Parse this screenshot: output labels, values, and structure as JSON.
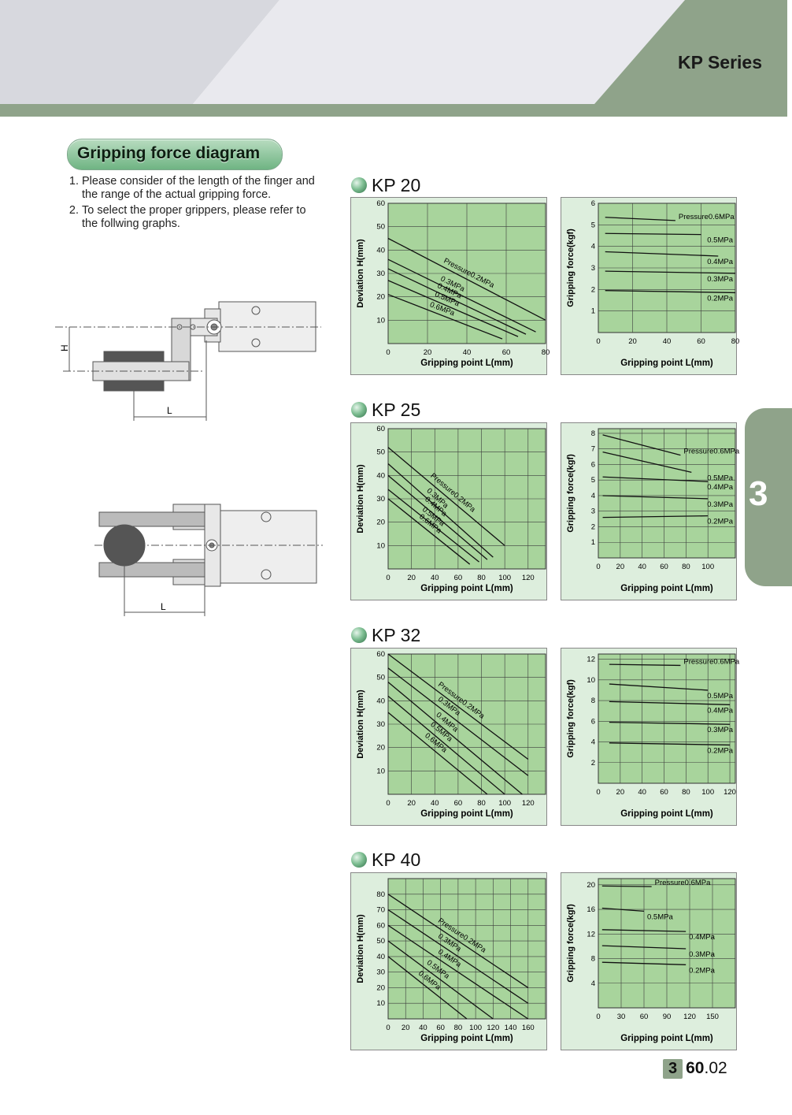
{
  "header": {
    "series_title": "KP Series"
  },
  "section": {
    "title": "Gripping force diagram",
    "notes": [
      "Please consider of the length of the finger and the range of the actual gripping force.",
      "To select the proper grippers, please refer to the follwing graphs."
    ]
  },
  "diagram": {
    "label_h": "H",
    "label_l1": "L",
    "label_l2": "L"
  },
  "side_tab": {
    "chapter": "3"
  },
  "page_number": {
    "chapter": "3",
    "major": "60",
    "minor": ".02"
  },
  "colors": {
    "chart_bg": "#a8d49c",
    "panel_bg": "#ddeedd",
    "header_green": "#8fa38a"
  },
  "models": [
    {
      "name": "KP 20",
      "icon": "green-ball-icon"
    },
    {
      "name": "KP 25",
      "icon": "green-ball-icon"
    },
    {
      "name": "KP 32",
      "icon": "green-ball-icon"
    },
    {
      "name": "KP 40",
      "icon": "green-ball-icon"
    }
  ],
  "chart_data": [
    {
      "type": "line",
      "model": "KP 20",
      "xlabel": "Gripping point L(mm)",
      "ylabel": "Deviation H(mm)",
      "xlim": [
        0,
        80
      ],
      "ylim": [
        0,
        60
      ],
      "xticks": [
        0,
        20,
        40,
        60,
        80
      ],
      "yticks": [
        10,
        20,
        30,
        40,
        50,
        60
      ],
      "grid": true,
      "series": [
        {
          "name": "Pressure0.2MPa",
          "x": [
            0,
            80
          ],
          "y": [
            45,
            10
          ]
        },
        {
          "name": "0.3MPa",
          "x": [
            0,
            75
          ],
          "y": [
            36,
            5
          ]
        },
        {
          "name": "0.4MPa",
          "x": [
            0,
            70
          ],
          "y": [
            32,
            4
          ]
        },
        {
          "name": "0.5MPa",
          "x": [
            0,
            66
          ],
          "y": [
            27,
            3
          ]
        },
        {
          "name": "0.6MPa",
          "x": [
            0,
            58
          ],
          "y": [
            21,
            2
          ]
        }
      ]
    },
    {
      "type": "line",
      "model": "KP 20",
      "xlabel": "Gripping point L(mm)",
      "ylabel": "Gripping force(kgf)",
      "xlim": [
        0,
        80
      ],
      "ylim": [
        0,
        6
      ],
      "xticks": [
        0,
        20,
        40,
        60,
        80
      ],
      "yticks": [
        1,
        2,
        3,
        4,
        5,
        6
      ],
      "grid": true,
      "series": [
        {
          "name": "Pressure0.6MPa",
          "x": [
            4,
            45
          ],
          "y": [
            5.35,
            5.2
          ]
        },
        {
          "name": "0.5MPa",
          "x": [
            4,
            60
          ],
          "y": [
            4.6,
            4.55
          ]
        },
        {
          "name": "0.4MPa",
          "x": [
            4,
            70
          ],
          "y": [
            3.75,
            3.55
          ]
        },
        {
          "name": "0.3MPa",
          "x": [
            4,
            80
          ],
          "y": [
            2.85,
            2.75
          ]
        },
        {
          "name": "0.2MPa",
          "x": [
            4,
            80
          ],
          "y": [
            1.95,
            1.85
          ]
        }
      ]
    },
    {
      "type": "line",
      "model": "KP 25",
      "xlabel": "Gripping point L(mm)",
      "ylabel": "Deviation H(mm)",
      "xlim": [
        0,
        135
      ],
      "ylim": [
        0,
        60
      ],
      "xticks": [
        0,
        20,
        40,
        60,
        80,
        100,
        120
      ],
      "yticks": [
        10,
        20,
        30,
        40,
        50,
        60
      ],
      "grid": true,
      "series": [
        {
          "name": "Pressure0.2MPa",
          "x": [
            0,
            100
          ],
          "y": [
            52,
            10
          ]
        },
        {
          "name": "0.3MPa",
          "x": [
            0,
            90
          ],
          "y": [
            45,
            5
          ]
        },
        {
          "name": "0.4MPa",
          "x": [
            0,
            85
          ],
          "y": [
            40,
            4
          ]
        },
        {
          "name": "0.5MPa",
          "x": [
            0,
            78
          ],
          "y": [
            34,
            3
          ]
        },
        {
          "name": "0.6MPa",
          "x": [
            0,
            70
          ],
          "y": [
            30,
            2
          ]
        }
      ]
    },
    {
      "type": "line",
      "model": "KP 25",
      "xlabel": "Gripping point L(mm)",
      "ylabel": "Gripping force(kgf)",
      "xlim": [
        0,
        125
      ],
      "ylim": [
        0,
        8.3
      ],
      "xticks": [
        0,
        20,
        40,
        60,
        80,
        100
      ],
      "yticks": [
        1,
        2,
        3,
        4,
        5,
        6,
        7,
        8
      ],
      "grid": true,
      "series": [
        {
          "name": "Pressure0.6MPa",
          "x": [
            4,
            75
          ],
          "y": [
            7.9,
            6.6
          ]
        },
        {
          "name": "0.5MPa",
          "x": [
            4,
            85
          ],
          "y": [
            6.8,
            5.5
          ]
        },
        {
          "name": "0.4MPa",
          "x": [
            4,
            100
          ],
          "y": [
            5.2,
            4.9
          ]
        },
        {
          "name": "0.3MPa",
          "x": [
            4,
            100
          ],
          "y": [
            4,
            3.8
          ]
        },
        {
          "name": "0.2MPa",
          "x": [
            4,
            100
          ],
          "y": [
            2.6,
            2.7
          ]
        }
      ]
    },
    {
      "type": "line",
      "model": "KP 32",
      "xlabel": "Gripping point L(mm)",
      "ylabel": "Deviation H(mm)",
      "xlim": [
        0,
        135
      ],
      "ylim": [
        0,
        60
      ],
      "xticks": [
        0,
        20,
        40,
        60,
        80,
        100,
        120
      ],
      "yticks": [
        10,
        20,
        30,
        40,
        50,
        60
      ],
      "grid": true,
      "series": [
        {
          "name": "Pressure0.2MPa",
          "x": [
            0,
            120
          ],
          "y": [
            60,
            15
          ]
        },
        {
          "name": "0.3MPa",
          "x": [
            0,
            120
          ],
          "y": [
            54,
            8
          ]
        },
        {
          "name": "0.4MPa",
          "x": [
            0,
            115
          ],
          "y": [
            48,
            0
          ]
        },
        {
          "name": "0.5MPa",
          "x": [
            0,
            100
          ],
          "y": [
            42,
            0
          ]
        },
        {
          "name": "0.6MPa",
          "x": [
            0,
            85
          ],
          "y": [
            35,
            0
          ]
        }
      ]
    },
    {
      "type": "line",
      "model": "KP 32",
      "xlabel": "Gripping point L(mm)",
      "ylabel": "Gripping force(kgf)",
      "xlim": [
        0,
        125
      ],
      "ylim": [
        0,
        12.5
      ],
      "xticks": [
        0,
        20,
        40,
        60,
        80,
        100,
        120
      ],
      "yticks": [
        2,
        4,
        6,
        8,
        10,
        12
      ],
      "grid": true,
      "series": [
        {
          "name": "Pressure0.6MPa",
          "x": [
            10,
            75
          ],
          "y": [
            11.5,
            11.4
          ]
        },
        {
          "name": "0.5MPa",
          "x": [
            10,
            100
          ],
          "y": [
            9.6,
            9
          ]
        },
        {
          "name": "0.4MPa",
          "x": [
            10,
            120
          ],
          "y": [
            7.9,
            7.6
          ]
        },
        {
          "name": "0.3MPa",
          "x": [
            10,
            120
          ],
          "y": [
            5.9,
            5.7
          ]
        },
        {
          "name": "0.2MPa",
          "x": [
            10,
            120
          ],
          "y": [
            3.9,
            3.7
          ]
        }
      ]
    },
    {
      "type": "line",
      "model": "KP 40",
      "xlabel": "Gripping point L(mm)",
      "ylabel": "Deviation H(mm)",
      "xlim": [
        0,
        180
      ],
      "ylim": [
        0,
        90
      ],
      "xticks": [
        0,
        20,
        40,
        60,
        80,
        100,
        120,
        140,
        160
      ],
      "yticks": [
        10,
        20,
        30,
        40,
        50,
        60,
        70,
        80
      ],
      "grid": true,
      "series": [
        {
          "name": "Pressure0.2MPa",
          "x": [
            0,
            160
          ],
          "y": [
            80,
            20
          ]
        },
        {
          "name": "0.3MPa",
          "x": [
            0,
            160
          ],
          "y": [
            70,
            10
          ]
        },
        {
          "name": "0.4MPa",
          "x": [
            0,
            160
          ],
          "y": [
            60,
            0
          ]
        },
        {
          "name": "0.5MPa",
          "x": [
            0,
            120
          ],
          "y": [
            50,
            0
          ]
        },
        {
          "name": "0.6MPa",
          "x": [
            0,
            90
          ],
          "y": [
            40,
            0
          ]
        }
      ]
    },
    {
      "type": "line",
      "model": "KP 40",
      "xlabel": "Gripping point L(mm)",
      "ylabel": "Gripping force(kgf)",
      "xlim": [
        0,
        180
      ],
      "ylim": [
        0,
        21
      ],
      "xticks": [
        0,
        30,
        60,
        90,
        120,
        150
      ],
      "yticks": [
        4,
        8,
        12,
        16,
        20
      ],
      "grid": true,
      "series": [
        {
          "name": "Pressure0.6MPa",
          "x": [
            5,
            70
          ],
          "y": [
            19.8,
            19.7
          ]
        },
        {
          "name": "0.5MPa",
          "x": [
            5,
            60
          ],
          "y": [
            16.2,
            15.7
          ]
        },
        {
          "name": "0.4MPa",
          "x": [
            5,
            115
          ],
          "y": [
            12.7,
            12.4
          ]
        },
        {
          "name": "0.3MPa",
          "x": [
            5,
            115
          ],
          "y": [
            10.1,
            9.6
          ]
        },
        {
          "name": "0.2MPa",
          "x": [
            5,
            115
          ],
          "y": [
            7.4,
            7
          ]
        }
      ]
    }
  ]
}
